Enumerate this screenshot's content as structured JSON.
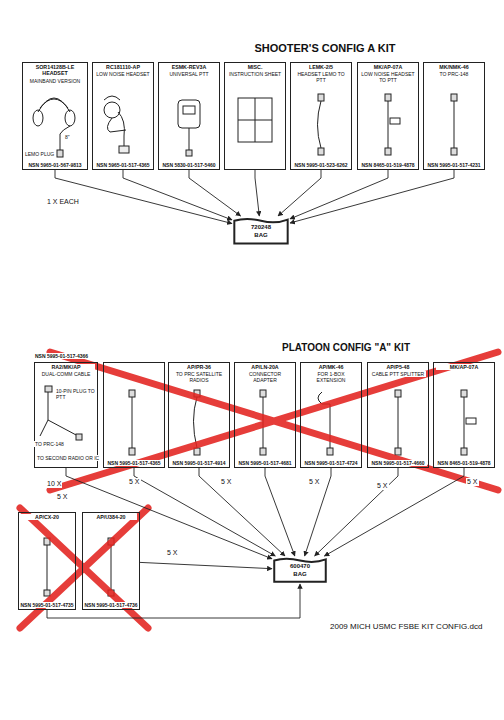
{
  "diagram": {
    "title": "SHOOTER'S CONFIG A KIT",
    "caption": "2009 MICH USMC FSBE KIT CONFIG.dcd",
    "nodes": [
      {
        "text": [
          "SOR14128B-LE HEADSET",
          "MAINBAND VERSION",
          "NSN 5965-01-567-9813"
        ]
      },
      {
        "text": [
          "RC181110-AP",
          "LOW NOISE HEADSET",
          "NSN 5965-01-517-4365"
        ]
      },
      {
        "text": [
          "ESMK-REV3A",
          "UNIVERSAL PTT",
          "NSN 5830-01-517-5460"
        ]
      },
      {
        "text": [
          "MISC.",
          "INSTRUCTION SHEET"
        ]
      },
      {
        "text": [
          "LEMK-2/5",
          "HEADSET LEMO TO PTT",
          "NSN 5995-01-523-6262"
        ]
      },
      {
        "text": [
          "MK/AP-07A",
          "LOW NOISE HEADSET TO PTT",
          "NSN 8465-01-519-4878"
        ]
      },
      {
        "text": [
          "MK/NMK-46",
          "TO PRC-148",
          "NSN 5995-01-517-4231"
        ]
      },
      {
        "text": [
          "720248 BAG"
        ]
      },
      {
        "text": [
          "RA2/MK/AP",
          "DUAL-COMM CABLE"
        ]
      },
      {
        "text": [
          "NSN 5995-01-517-4365"
        ]
      },
      {
        "text": [
          "AP/PR-36",
          "TO PRC SATELLITE RADIOS",
          "NSN 5995-01-517-4914"
        ]
      },
      {
        "text": [
          "AP/LN-20A",
          "CONNECTOR ADAPTER",
          "NSN 5995-01-517-4681"
        ]
      },
      {
        "text": [
          "AP/MK-46",
          "FOR 1-BOX EXTENSION",
          "NSN 5995-01-517-4724"
        ]
      },
      {
        "text": [
          "AP/P5-48",
          "CABLE PTT SPLITTER",
          "NSN 5995-01-517-4660"
        ]
      },
      {
        "text": [
          "MK/AP-07A",
          "NSN 8465-01-519-4878"
        ]
      },
      {
        "text": [
          "AP/CX-20",
          "NSN 5995-01-517-4735"
        ]
      },
      {
        "text": [
          "AP/U384-20",
          "NSN 5995-01-517-4736"
        ]
      },
      {
        "text": [
          "600470 BAG"
        ]
      }
    ],
    "edges": [
      {
        "from": 0,
        "to": 7,
        "arrow": "to"
      },
      {
        "from": 1,
        "to": 7,
        "arrow": "to"
      },
      {
        "from": 2,
        "to": 7,
        "arrow": "to"
      },
      {
        "from": 3,
        "to": 7,
        "arrow": "to"
      },
      {
        "from": 4,
        "to": 7,
        "arrow": "to"
      },
      {
        "from": 5,
        "to": 7,
        "arrow": "to"
      },
      {
        "from": 6,
        "to": 7,
        "arrow": "to"
      },
      {
        "from": 8,
        "to": 17,
        "arrow": "to"
      },
      {
        "from": 9,
        "to": 17,
        "arrow": "to"
      },
      {
        "from": 10,
        "to": 17,
        "arrow": "to"
      },
      {
        "from": 11,
        "to": 17,
        "arrow": "to"
      },
      {
        "from": 12,
        "to": 17,
        "arrow": "to"
      },
      {
        "from": 13,
        "to": 17,
        "arrow": "to"
      },
      {
        "from": 14,
        "to": 17,
        "arrow": "to"
      },
      {
        "from": 15,
        "to": 17,
        "arrow": "to"
      },
      {
        "from": 16,
        "to": 17,
        "arrow": "to"
      }
    ],
    "labels": [
      "LEMO PLUG",
      "8\"",
      "1 X EACH",
      "PLATOON CONFIG \"A\" KIT",
      "NSN 5995-01-517-4366",
      "10-PIN PLUG TO PTT",
      "TO PRC-148",
      "TO SECOND RADIO OR IC",
      "10 X",
      "5 X",
      "5 X",
      "5 X",
      "5 X",
      "5 X",
      "5 X",
      "5 X"
    ]
  }
}
